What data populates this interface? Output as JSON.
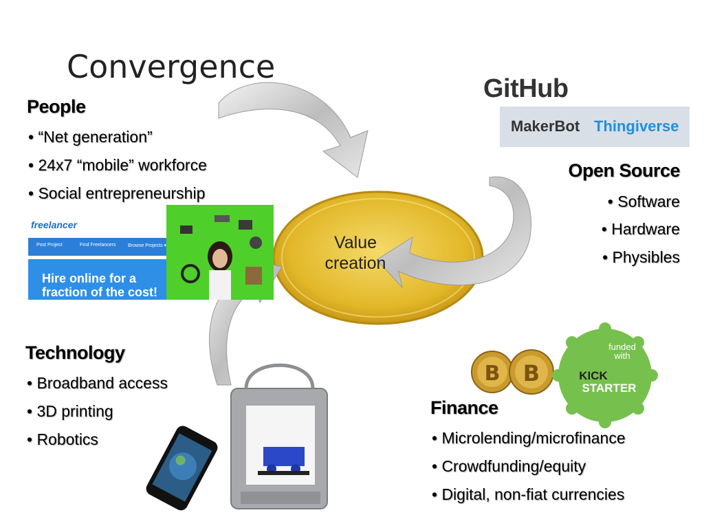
{
  "slide": {
    "title": "Convergence",
    "center_label_line1": "Value",
    "center_label_line2": "creation"
  },
  "people": {
    "heading": "People",
    "bullets": [
      "• “Net generation”",
      "• 24x7 “mobile” workforce",
      "• Social entrepreneurship"
    ]
  },
  "open_source": {
    "heading": "Open Source",
    "bullets": [
      "• Software",
      "• Hardware",
      "• Physibles"
    ],
    "logo_github": "GitHub",
    "logo_makerbot_part1": "MakerBot",
    "logo_makerbot_part2": "Thingiverse"
  },
  "technology": {
    "heading": "Technology",
    "bullets": [
      "• Broadband access",
      "• 3D printing",
      "• Robotics"
    ]
  },
  "finance": {
    "heading": "Finance",
    "bullets": [
      "• Microlending/microfinance",
      "• Crowdfunding/equity",
      "• Digital, non-fiat currencies"
    ],
    "kickstarter_badge_line1": "funded",
    "kickstarter_badge_line2": "with",
    "kickstarter_badge_line3": "KICK",
    "kickstarter_badge_line4": "STARTER"
  },
  "freelancer_ad": {
    "brand": "freelancer",
    "nav": [
      "Post Project",
      "Find Freelancers",
      "Browse Projects ▾"
    ],
    "banner_line1": "Hire online for a",
    "banner_line2": "fraction of the cost!"
  },
  "colors": {
    "gold_center": "#e9c53a",
    "gold_edge": "#c89a12",
    "arrow": "#c8c8c8",
    "kickstarter_green": "#76c04e",
    "github_text": "#333333",
    "thingiverse_blue": "#1f8fe0",
    "freelancer_blue": "#2f8fe6"
  }
}
